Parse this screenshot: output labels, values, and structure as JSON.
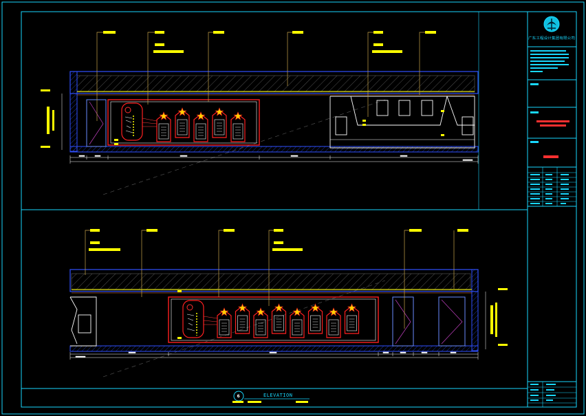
{
  "drawing": {
    "caption": "ELEVATION",
    "symbol": "6",
    "colors": {
      "frame": "#19d8ff",
      "leader": "#c9a64a",
      "tag": "#ffff00",
      "wall": "#3050ff",
      "panel_red": "#ff2020",
      "hatch": "#707070",
      "lines": "#ffffff",
      "text_red": "#ff3030"
    }
  },
  "title_block": {
    "company": "广东工程设计集团有限公司",
    "project": "",
    "drawing_name": ""
  },
  "elevation_top": {
    "star_panels": 5,
    "doors": 1
  },
  "elevation_bottom": {
    "star_panels": 8,
    "doors": 3
  }
}
